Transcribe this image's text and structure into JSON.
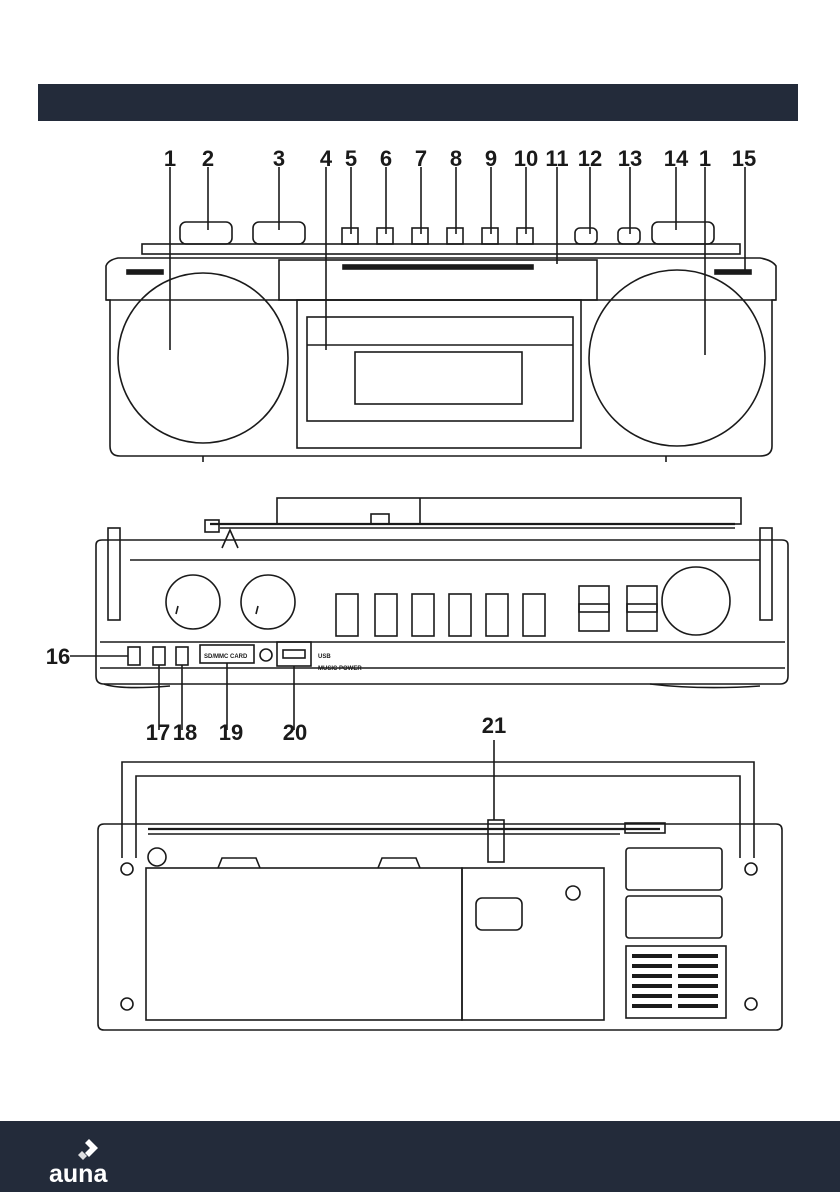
{
  "colors": {
    "band": "#232b3a",
    "line": "#1a1a1a",
    "logo": "#ffffff"
  },
  "front_view": {
    "callouts": [
      "1",
      "2",
      "3",
      "4",
      "5",
      "6",
      "7",
      "8",
      "9",
      "10",
      "11",
      "12",
      "13",
      "14",
      "1",
      "15"
    ]
  },
  "top_view": {
    "callouts": [
      "16",
      "17",
      "18",
      "19",
      "20"
    ],
    "labels": {
      "card_slot": "SD/MMC CARD",
      "usb": "USB",
      "music_power": "MUSIC POWER"
    }
  },
  "back_view": {
    "callouts": [
      "21"
    ]
  },
  "footer": {
    "logo_text": "auna",
    "logo_icon": "auna-logo-icon"
  }
}
